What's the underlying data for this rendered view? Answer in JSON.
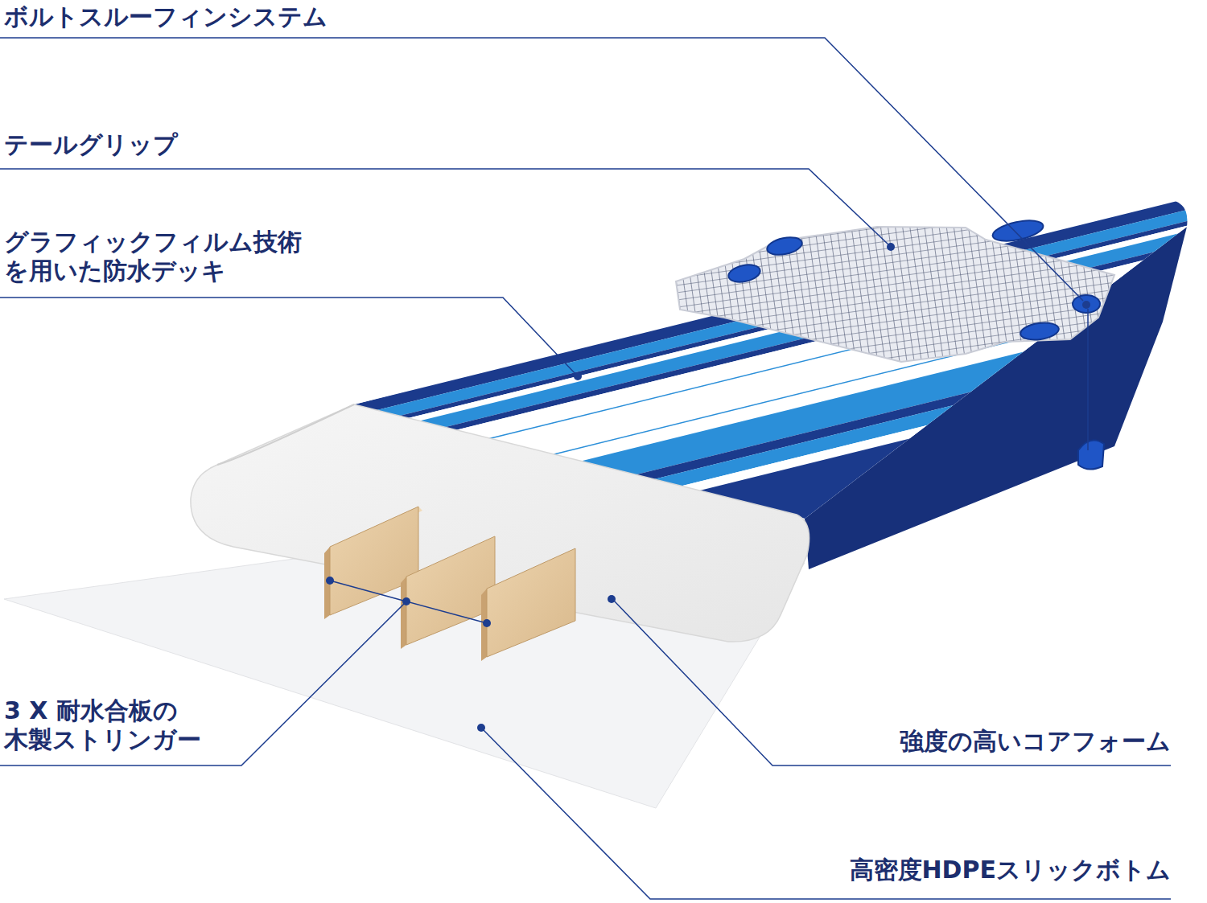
{
  "diagram": {
    "labels": [
      "ボルトスルーフィンシステム",
      "テールグリップ",
      "グラフィックフィルム技術 を用いた防水デッキ",
      "3 X 耐水合板の 木製ストリンガー",
      "強度の高いコアフォーム",
      "高密度HDPEスリックボトム"
    ]
  }
}
